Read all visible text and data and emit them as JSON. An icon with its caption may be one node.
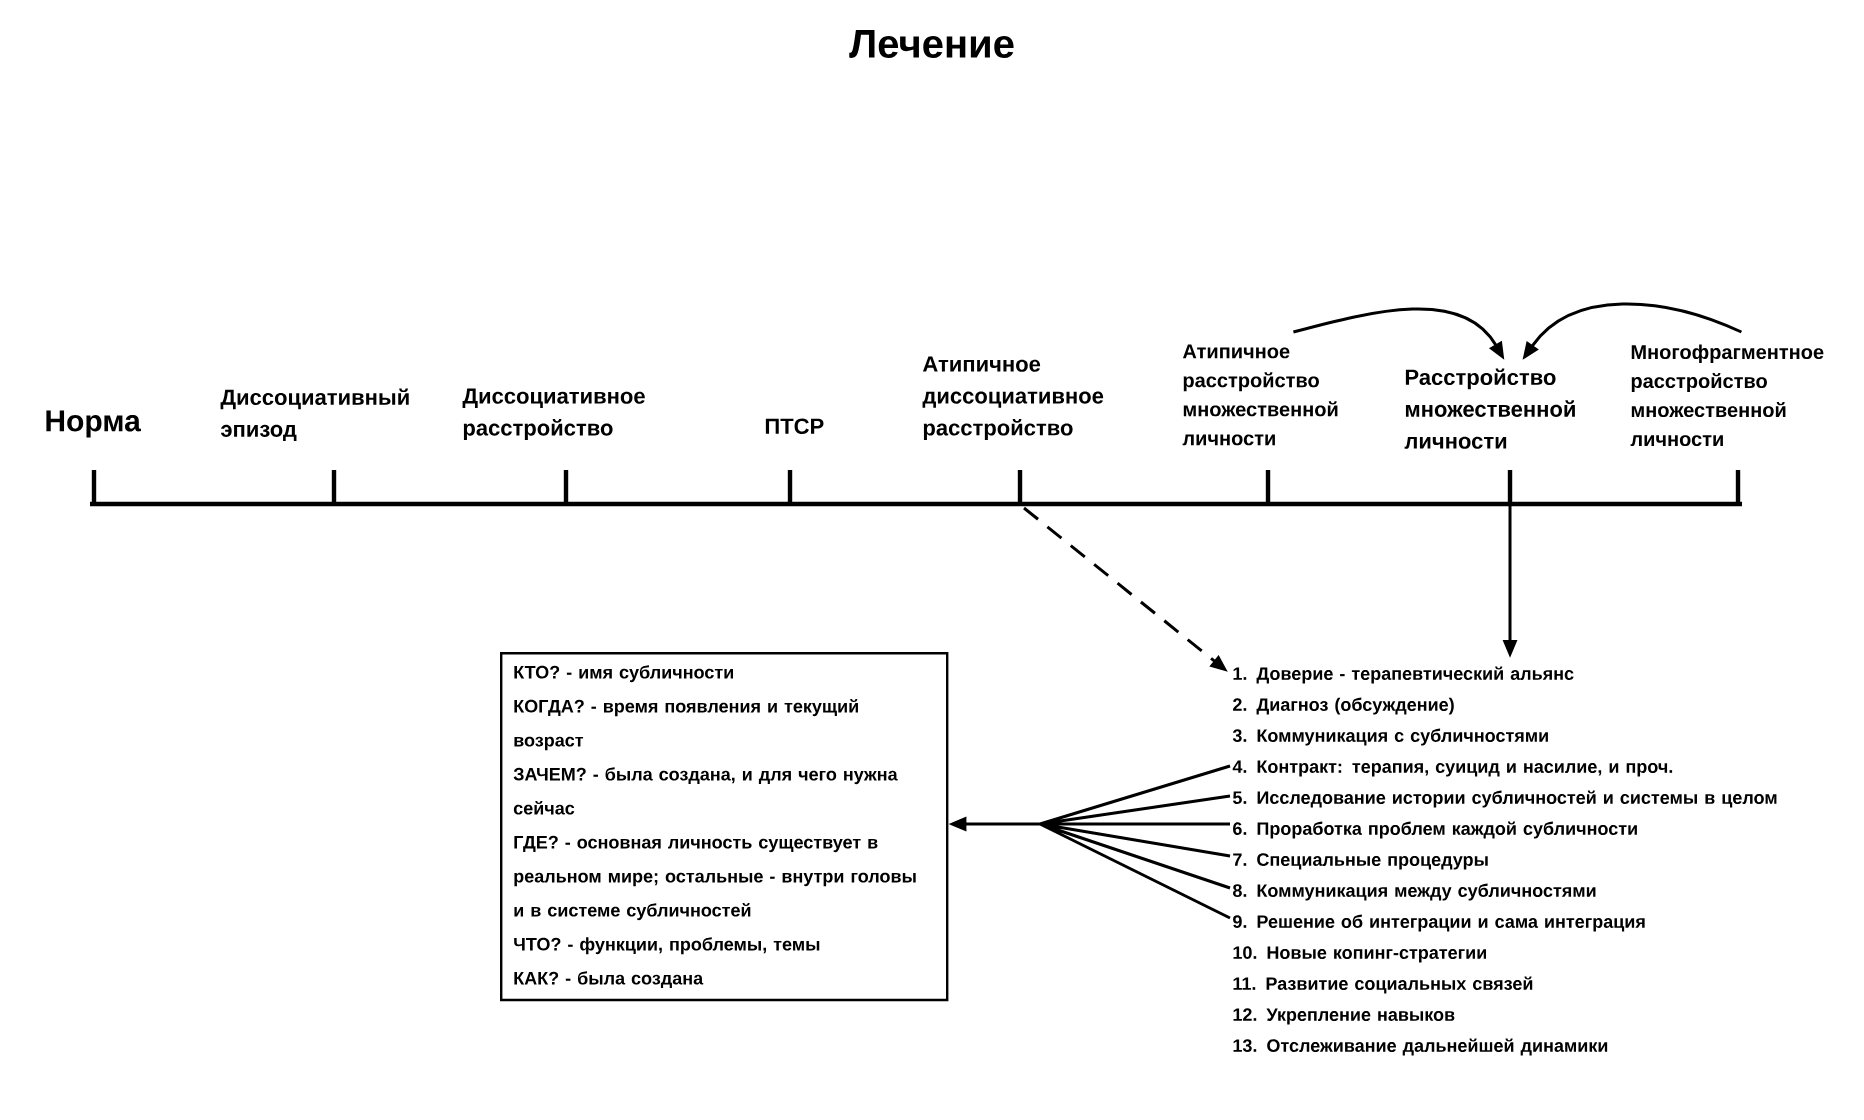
{
  "diagram": {
    "title": "Лечение",
    "nodes": [
      {
        "text": [
          "Норма"
        ]
      },
      {
        "text": [
          "Диссоциативный эпизод"
        ]
      },
      {
        "text": [
          "Диссоциативное расстройство"
        ]
      },
      {
        "text": [
          "ПТСР"
        ]
      },
      {
        "text": [
          "Атипичное диссоциативное расстройство"
        ]
      },
      {
        "text": [
          "Атипичное расстройство множественной личности"
        ]
      },
      {
        "text": [
          "Расстройство множественной личности"
        ]
      },
      {
        "text": [
          "Многофрагментное расстройство множественной личности"
        ]
      },
      {
        "text": [
          "1. Доверие - терапевтический альянс",
          "2. Диагноз (обсуждение)",
          "3. Коммуникация с субличностями",
          "4. Контракт: терапия, суицид и насилие, и проч.",
          "5. Исследование истории субличностей и системы в целом",
          "6. Проработка проблем каждой субличности",
          "7. Специальные процедуры",
          "8. Коммуникация между субличностями",
          "9. Решение об интеграции и сама интеграция",
          "10. Новые копинг-стратегии",
          "11. Развитие социальных связей",
          "12. Укрепление навыков",
          "13. Отслеживание дальнейшей динамики"
        ]
      },
      {
        "text": [
          "КТО? - имя субличности",
          "КОГДА? - время появления и текущий возраст",
          "ЗАЧЕМ? - была создана, и для чего нужна сейчас",
          "ГДЕ? - основная личность существует в реальном мире; остальные - внутри головы и в системе субличностей",
          "ЧТО? - функции, проблемы, темы",
          "КАК? - была создана"
        ]
      }
    ],
    "edges": [
      {
        "from": 5,
        "to": 6,
        "arrow": "to"
      },
      {
        "from": 7,
        "to": 6,
        "arrow": "to"
      },
      {
        "from": 4,
        "to": 8,
        "arrow": "to",
        "style": "dashed"
      },
      {
        "from": 6,
        "to": 8,
        "arrow": "to"
      },
      {
        "from": 8,
        "to": 9,
        "arrow": "to"
      }
    ]
  }
}
